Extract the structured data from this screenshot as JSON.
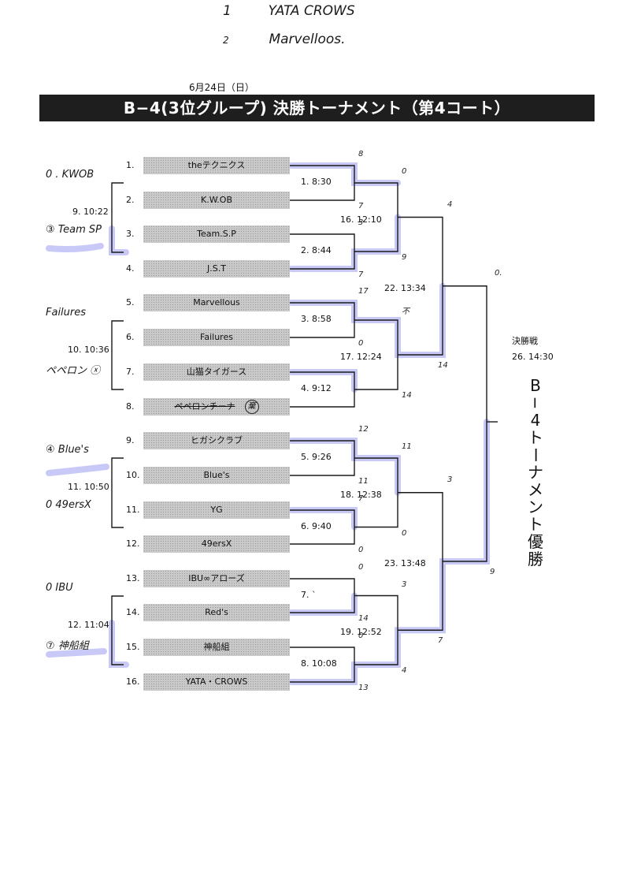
{
  "handwritten_header": {
    "lines": [
      {
        "rank": "1",
        "team": "YATA CROWS"
      },
      {
        "rank": "2",
        "team": "Marvelloos."
      }
    ]
  },
  "date": "6月24日（日）",
  "title": "B−4(3位グループ) 決勝トーナメント（第4コート）",
  "teams": [
    {
      "seed": "1.",
      "name": "theテクニクス"
    },
    {
      "seed": "2.",
      "name": "K.W.OB"
    },
    {
      "seed": "3.",
      "name": "Team.S.P"
    },
    {
      "seed": "4.",
      "name": "J.S.T"
    },
    {
      "seed": "5.",
      "name": "Marvellous"
    },
    {
      "seed": "6.",
      "name": "Failures"
    },
    {
      "seed": "7.",
      "name": "山猫タイガース"
    },
    {
      "seed": "8.",
      "name": "ペペロンチーナ",
      "struck": true,
      "mark": "棄"
    },
    {
      "seed": "9.",
      "name": "ヒガシクラブ"
    },
    {
      "seed": "10.",
      "name": "Blue's"
    },
    {
      "seed": "11.",
      "name": "YG"
    },
    {
      "seed": "12.",
      "name": "49ersX"
    },
    {
      "seed": "13.",
      "name": "IBU∞アローズ"
    },
    {
      "seed": "14.",
      "name": "Red's"
    },
    {
      "seed": "15.",
      "name": "神船組"
    },
    {
      "seed": "16.",
      "name": "YATA・CROWS"
    }
  ],
  "round1_matches": [
    {
      "label": "1. 8:30",
      "score_top": "8",
      "score_bottom": "7"
    },
    {
      "label": "2. 8:44",
      "score_top": "3",
      "score_bottom": "7"
    },
    {
      "label": "3. 8:58",
      "score_top": "17",
      "score_bottom": "0"
    },
    {
      "label": "4. 9:12",
      "score_top": "",
      "score_bottom": ""
    },
    {
      "label": "5. 9:26",
      "score_top": "12",
      "score_bottom": "11"
    },
    {
      "label": "6. 9:40",
      "score_top": "7",
      "score_bottom": "0"
    },
    {
      "label": "7. `",
      "score_top": "0",
      "score_bottom": "14"
    },
    {
      "label": "8. 10:08",
      "score_top": "0",
      "score_bottom": "13"
    }
  ],
  "consolation_matches": [
    {
      "label": "9. 10:22",
      "note_top": "0 . KWOB",
      "note_bottom": "③ Team SP"
    },
    {
      "label": "10. 10:36",
      "note_top": "Failures",
      "note_bottom": "ペペロン ⓧ"
    },
    {
      "label": "11. 10:50",
      "note_top": "④ Blue's",
      "note_bottom": "0 49ersX"
    },
    {
      "label": "12. 11:04",
      "note_top": "0 IBU",
      "note_bottom": "⑦ 神船組"
    }
  ],
  "round2_matches": [
    {
      "label": "16. 12:10",
      "score_top": "0",
      "score_bottom": "9"
    },
    {
      "label": "17. 12:24",
      "score_top": "不",
      "score_bottom": "14"
    },
    {
      "label": "18. 12:38",
      "score_top": "11",
      "score_bottom": "0"
    },
    {
      "label": "19. 12:52",
      "score_top": "3",
      "score_bottom": "4"
    }
  ],
  "semifinal_matches": [
    {
      "label": "22. 13:34",
      "score_top": "4",
      "score_bottom": "14"
    },
    {
      "label": "23. 13:48",
      "score_top": "3",
      "score_bottom": "7"
    }
  ],
  "final": {
    "label": "決勝戦",
    "time": "26. 14:30",
    "score_top": "0.",
    "score_bottom": "9",
    "winner_label": "B−4トーナメント優勝"
  },
  "colors": {
    "title_bg": "#1e1e1e",
    "team_box": "#c9c9c9",
    "highlighter": "#9c9cf0"
  }
}
